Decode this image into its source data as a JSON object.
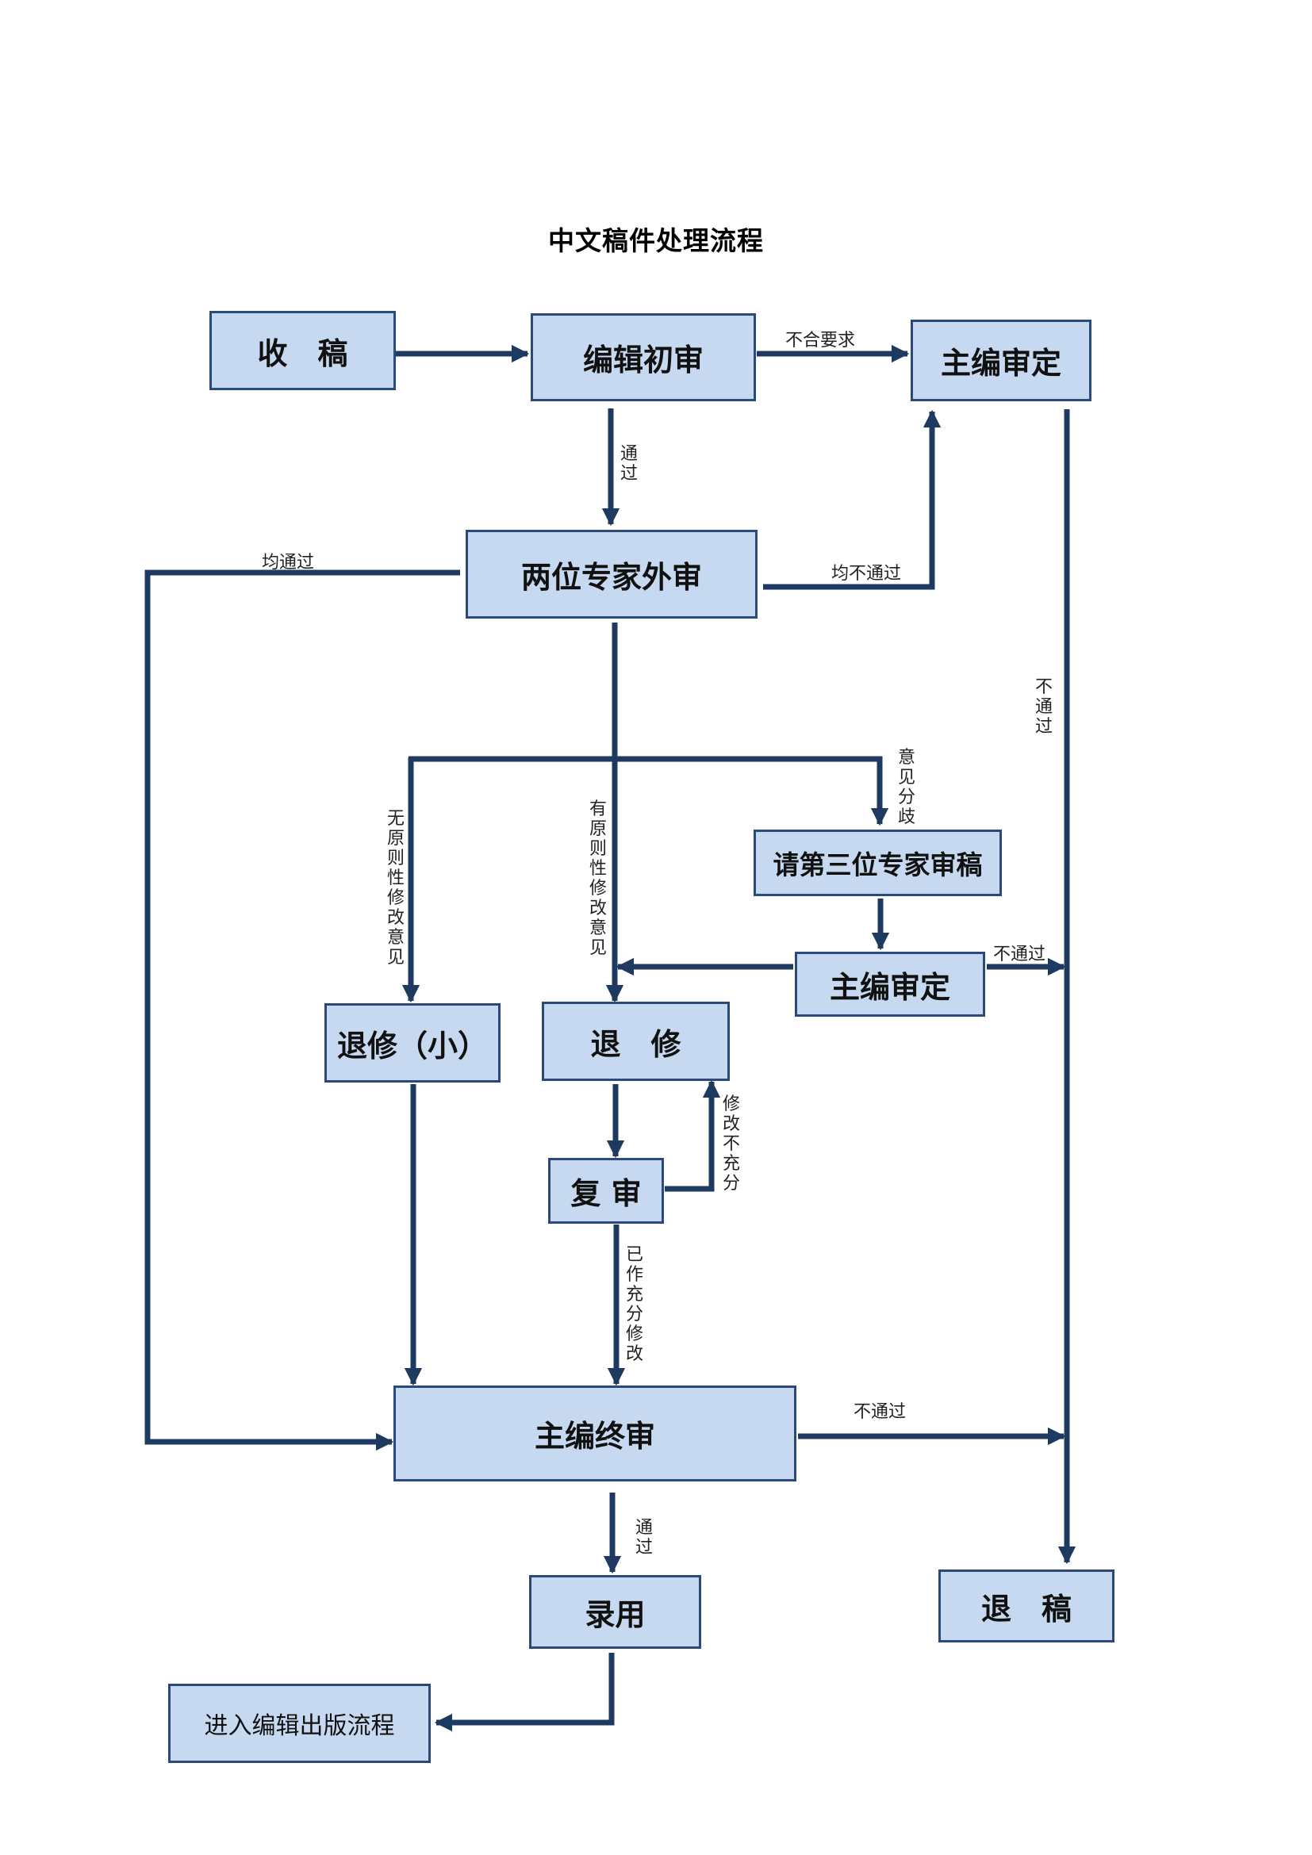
{
  "title": "中文稿件处理流程",
  "nodes": {
    "receive": "收　稿",
    "initial_review": "编辑初审",
    "chief_decision_top": "主编审定",
    "expert_review": "两位专家外审",
    "third_expert": "请第三位专家审稿",
    "chief_decision_mid": "主编审定",
    "minor_revision": "退修（小）",
    "revision": "退　修",
    "re_review": "复 审",
    "final_review": "主编终审",
    "accept": "录用",
    "reject": "退　稿",
    "publish": "进入编辑出版流程"
  },
  "labels": {
    "not_meet": "不合要求",
    "pass_1": "通过",
    "all_pass": "均通过",
    "all_fail": "均不通过",
    "fail_right": "不通过",
    "disagree": "意见分歧",
    "no_principle": "无原则性修改意见",
    "has_principle": "有原则性修改意见",
    "fail_mid": "不通过",
    "insufficient": "修改不充分",
    "sufficient": "已作充分修改",
    "fail_final": "不通过",
    "pass_final": "通过"
  },
  "colors": {
    "box_fill": "#c6d9f0",
    "box_border": "#2c4a78",
    "arrow": "#1f3a60"
  }
}
